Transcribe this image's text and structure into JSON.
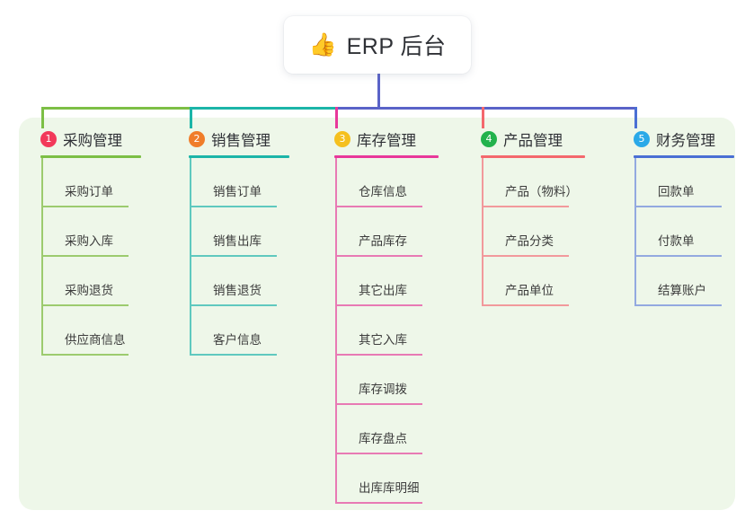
{
  "root": {
    "icon": "thumbs-up-icon",
    "emoji": "👍",
    "title": "ERP 后台"
  },
  "panel": {
    "background_color": "#eef7e9"
  },
  "connectors": {
    "stem_color": "#5a63c8",
    "bus_left_color": "#7cbf45",
    "bus_mid_color": "#1cb5a8",
    "bus_right_color": "#5a63c8"
  },
  "columns": [
    {
      "index": "1",
      "badge_color": "#f2395a",
      "rule_color": "#7cbf45",
      "spine_color": "#9ccb6e",
      "leaf_rule_color": "#9ccb6e",
      "title": "采购管理",
      "head_rule_width": 112,
      "drop_color": "#7cbf45",
      "items": [
        "采购订单",
        "采购入库",
        "采购退货",
        "供应商信息"
      ]
    },
    {
      "index": "2",
      "badge_color": "#f07d2a",
      "rule_color": "#1cb5a8",
      "spine_color": "#5fc9bf",
      "leaf_rule_color": "#5fc9bf",
      "title": "销售管理",
      "head_rule_width": 112,
      "drop_color": "#1cb5a8",
      "items": [
        "销售订单",
        "销售出库",
        "销售退货",
        "客户信息"
      ]
    },
    {
      "index": "3",
      "badge_color": "#f5c01f",
      "rule_color": "#e8389a",
      "spine_color": "#e87ab4",
      "leaf_rule_color": "#e87ab4",
      "title": "库存管理",
      "head_rule_width": 116,
      "drop_color": "#e8389a",
      "items": [
        "仓库信息",
        "产品库存",
        "其它出库",
        "其它入库",
        "库存调拨",
        "库存盘点",
        "出库库明细"
      ]
    },
    {
      "index": "4",
      "badge_color": "#22b24c",
      "rule_color": "#f4686d",
      "spine_color": "#f2999c",
      "leaf_rule_color": "#f2999c",
      "title": "产品管理",
      "head_rule_width": 116,
      "drop_color": "#f4686d",
      "items": [
        "产品（物料）",
        "产品分类",
        "产品单位"
      ]
    },
    {
      "index": "5",
      "badge_color": "#2aa9e8",
      "rule_color": "#4a6fd4",
      "spine_color": "#93a9e0",
      "leaf_rule_color": "#93a9e0",
      "title": "财务管理",
      "head_rule_width": 112,
      "drop_color": "#4a6fd4",
      "items": [
        "回款单",
        "付款单",
        "结算账户"
      ]
    }
  ]
}
